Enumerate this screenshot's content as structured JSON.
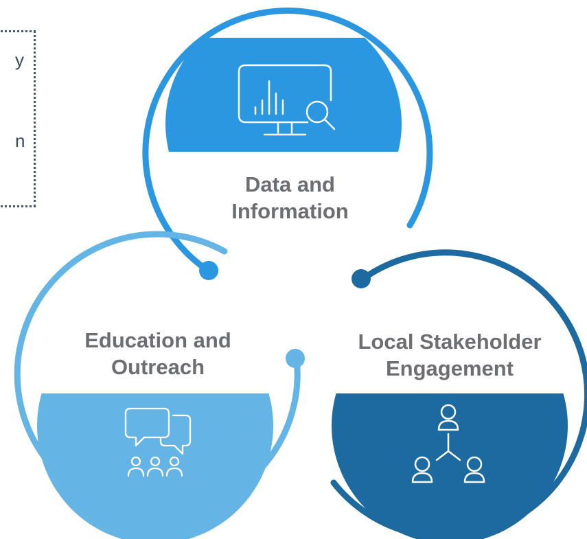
{
  "note": {
    "fragments": [
      "y",
      "n"
    ]
  },
  "nodes": {
    "data": {
      "title_line1": "Data and",
      "title_line2": "Information",
      "icon": "monitor-analytics-icon",
      "color": "#2b97e1"
    },
    "education": {
      "title_line1": "Education and",
      "title_line2": "Outreach",
      "icon": "discussion-group-icon",
      "color": "#64b4e6"
    },
    "stakeholder": {
      "title_line1": "Local Stakeholder",
      "title_line2": "Engagement",
      "icon": "people-network-icon",
      "color": "#1d6aa0"
    }
  },
  "colors": {
    "label_text": "#6d6e71",
    "icon_stroke": "#ffffff",
    "note_border": "#45556a"
  }
}
